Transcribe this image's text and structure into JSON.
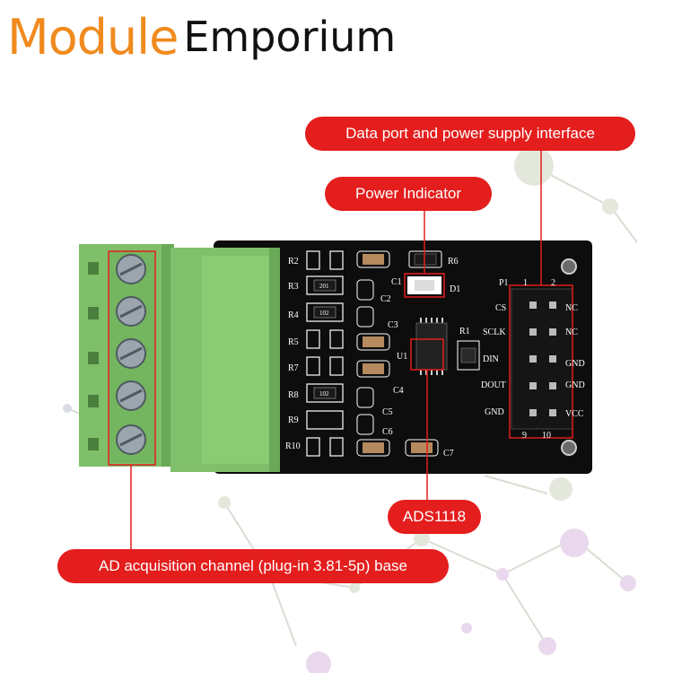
{
  "brand": {
    "part1": "Module",
    "part2": "Emporium"
  },
  "callouts": {
    "data_port": "Data port and power supply interface",
    "power_indicator": "Power Indicator",
    "chip": "ADS1118",
    "channel": "AD acquisition channel (plug-in 3.81-5p) base"
  },
  "pcb": {
    "resistors": [
      "R2",
      "R3",
      "R4",
      "R5",
      "R7",
      "R8",
      "R9",
      "R10"
    ],
    "caps": [
      "C1",
      "C2",
      "C3",
      "C4",
      "C5",
      "C6",
      "C7"
    ],
    "r6": "R6",
    "d1": "D1",
    "r1": "R1",
    "u1": "U1",
    "header_title": "P1",
    "header_pin1": "1",
    "header_pin2": "2",
    "header_pins_left": [
      "CS",
      "SCLK",
      "DIN",
      "DOUT",
      "GND"
    ],
    "header_pins_right": [
      "NC",
      "NC",
      "GND",
      "GND",
      "VCC"
    ],
    "header_pin9": "9",
    "header_pin10": "10",
    "smd_codes": [
      "201",
      "102",
      "102"
    ]
  },
  "colors": {
    "brand_orange": "#f08a1e",
    "callout_red": "#e41d1d",
    "terminal_green": "#7fbf6a",
    "pcb_black": "#0d0d0d"
  }
}
